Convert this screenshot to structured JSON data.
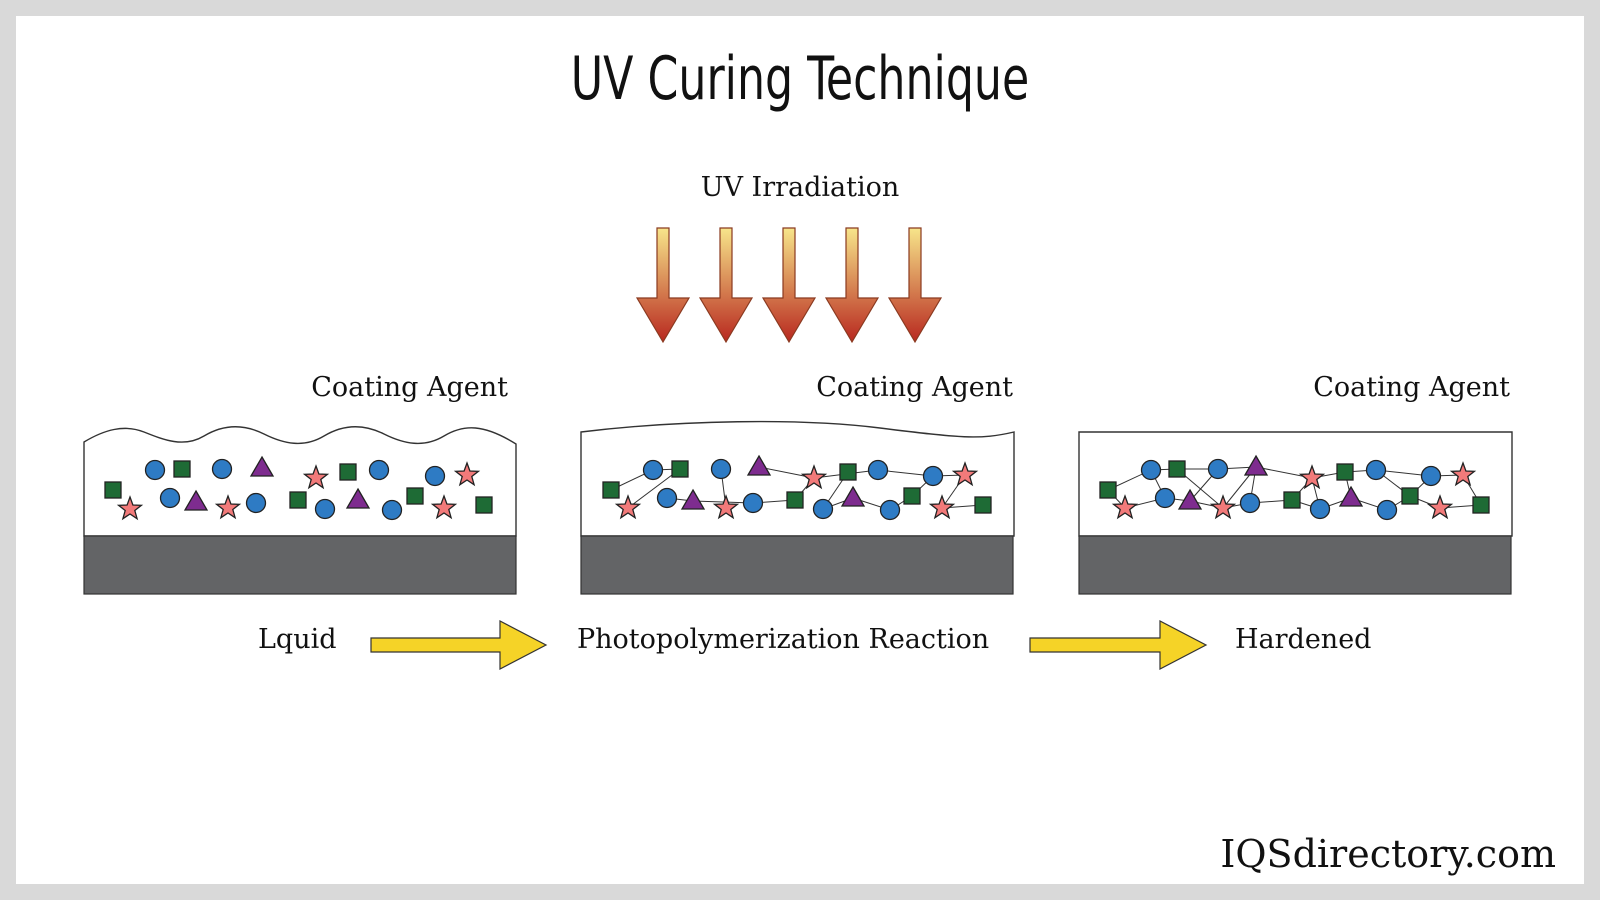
{
  "title": "UV Curing Technique",
  "irradiation_label": "UV Irradiation",
  "panels": [
    {
      "label": "Coating Agent",
      "stage": "Lquid",
      "state": "liquid"
    },
    {
      "label": "Coating Agent",
      "stage": "Photopolymerization Reaction",
      "state": "reacting"
    },
    {
      "label": "Coating Agent",
      "stage": "Hardened",
      "state": "hardened"
    }
  ],
  "brand": "IQSdirectory.com",
  "colors": {
    "background": "#d9d9d9",
    "substrate": "#636466",
    "circle": "#2e7bc4",
    "square": "#1e6b35",
    "triangle": "#7e2c8f",
    "star": "#f27a7a",
    "arrow_top": "#f7e58a",
    "arrow_bottom": "#b8281f",
    "process_arrow": "#f5d327"
  }
}
